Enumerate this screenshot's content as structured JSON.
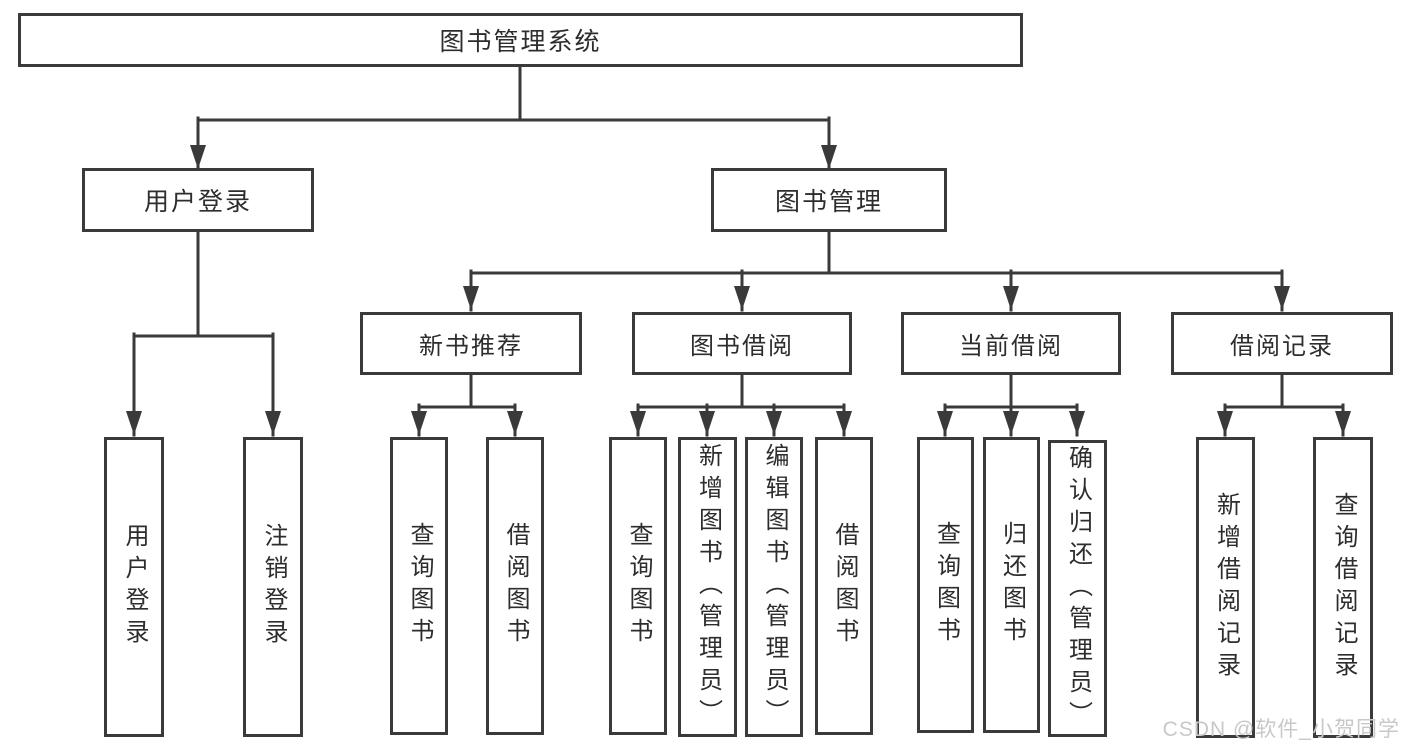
{
  "nodes": {
    "root": "图书管理系统",
    "userLogin": "用户登录",
    "bookMgmt": "图书管理",
    "newBookRec": "新书推荐",
    "bookBorrow": "图书借阅",
    "currentBorrow": "当前借阅",
    "borrowRecord": "借阅记录",
    "leaves": {
      "userLogin": [
        "用户登录",
        "注销登录"
      ],
      "newBookRec": [
        "查询图书",
        "借阅图书"
      ],
      "bookBorrow": [
        "查询图书",
        "新增图书（管理员）",
        "编辑图书（管理员）",
        "借阅图书"
      ],
      "currentBorrow": [
        "查询图书",
        "归还图书",
        "确认归还（管理员）"
      ],
      "borrowRecord": [
        "新增借阅记录",
        "查询借阅记录"
      ]
    }
  },
  "watermark": {
    "text": "CSDN @软件_小贺同学"
  },
  "colors": {
    "line": "#3a3a3a",
    "text": "#2d2d2d",
    "watermark": "#c8c8c8",
    "background": "#ffffff"
  }
}
